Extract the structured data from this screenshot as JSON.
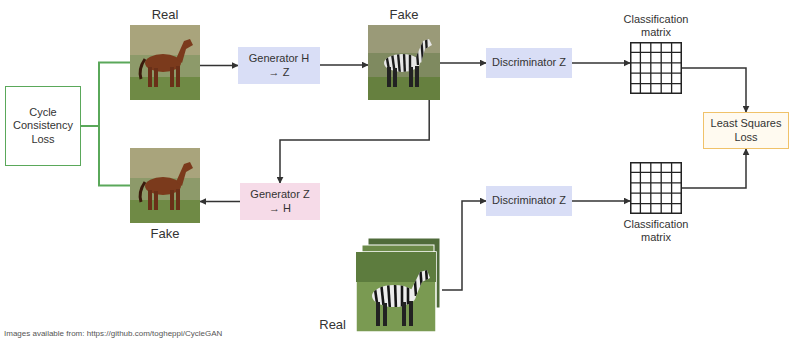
{
  "diagram": {
    "nodes": [
      {
        "text": [
          "Cycle Consistency Loss"
        ]
      },
      {
        "text": [
          "Real"
        ]
      },
      {
        "text": [
          "Generator H → Z"
        ]
      },
      {
        "text": [
          "Fake"
        ]
      },
      {
        "text": [
          "Discriminator Z"
        ]
      },
      {
        "text": [
          "Classification matrix"
        ]
      },
      {
        "text": [
          "Least Squares Loss"
        ]
      },
      {
        "text": [
          "Fake"
        ]
      },
      {
        "text": [
          "Generator Z → H"
        ]
      },
      {
        "text": [
          "Real"
        ]
      },
      {
        "text": [
          "Discriminator Z"
        ]
      },
      {
        "text": [
          "Classification matrix"
        ]
      }
    ],
    "edges": [
      {
        "from": 1,
        "to": 2,
        "arrow": "to"
      },
      {
        "from": 2,
        "to": 3,
        "arrow": "to"
      },
      {
        "from": 3,
        "to": 4,
        "arrow": "to"
      },
      {
        "from": 4,
        "to": 5,
        "arrow": "to"
      },
      {
        "from": 5,
        "to": 6,
        "arrow": "to"
      },
      {
        "from": 3,
        "to": 8,
        "arrow": "to"
      },
      {
        "from": 8,
        "to": 7,
        "arrow": "to"
      },
      {
        "from": 9,
        "to": 10,
        "arrow": "to"
      },
      {
        "from": 10,
        "to": 11,
        "arrow": "to"
      },
      {
        "from": 11,
        "to": 6,
        "arrow": "to"
      },
      {
        "from": 0,
        "to": 1,
        "arrow": "none"
      },
      {
        "from": 0,
        "to": 7,
        "arrow": "none"
      }
    ],
    "labels": [
      "Images available from: https://github.com/togheppi/CycleGAN"
    ]
  }
}
